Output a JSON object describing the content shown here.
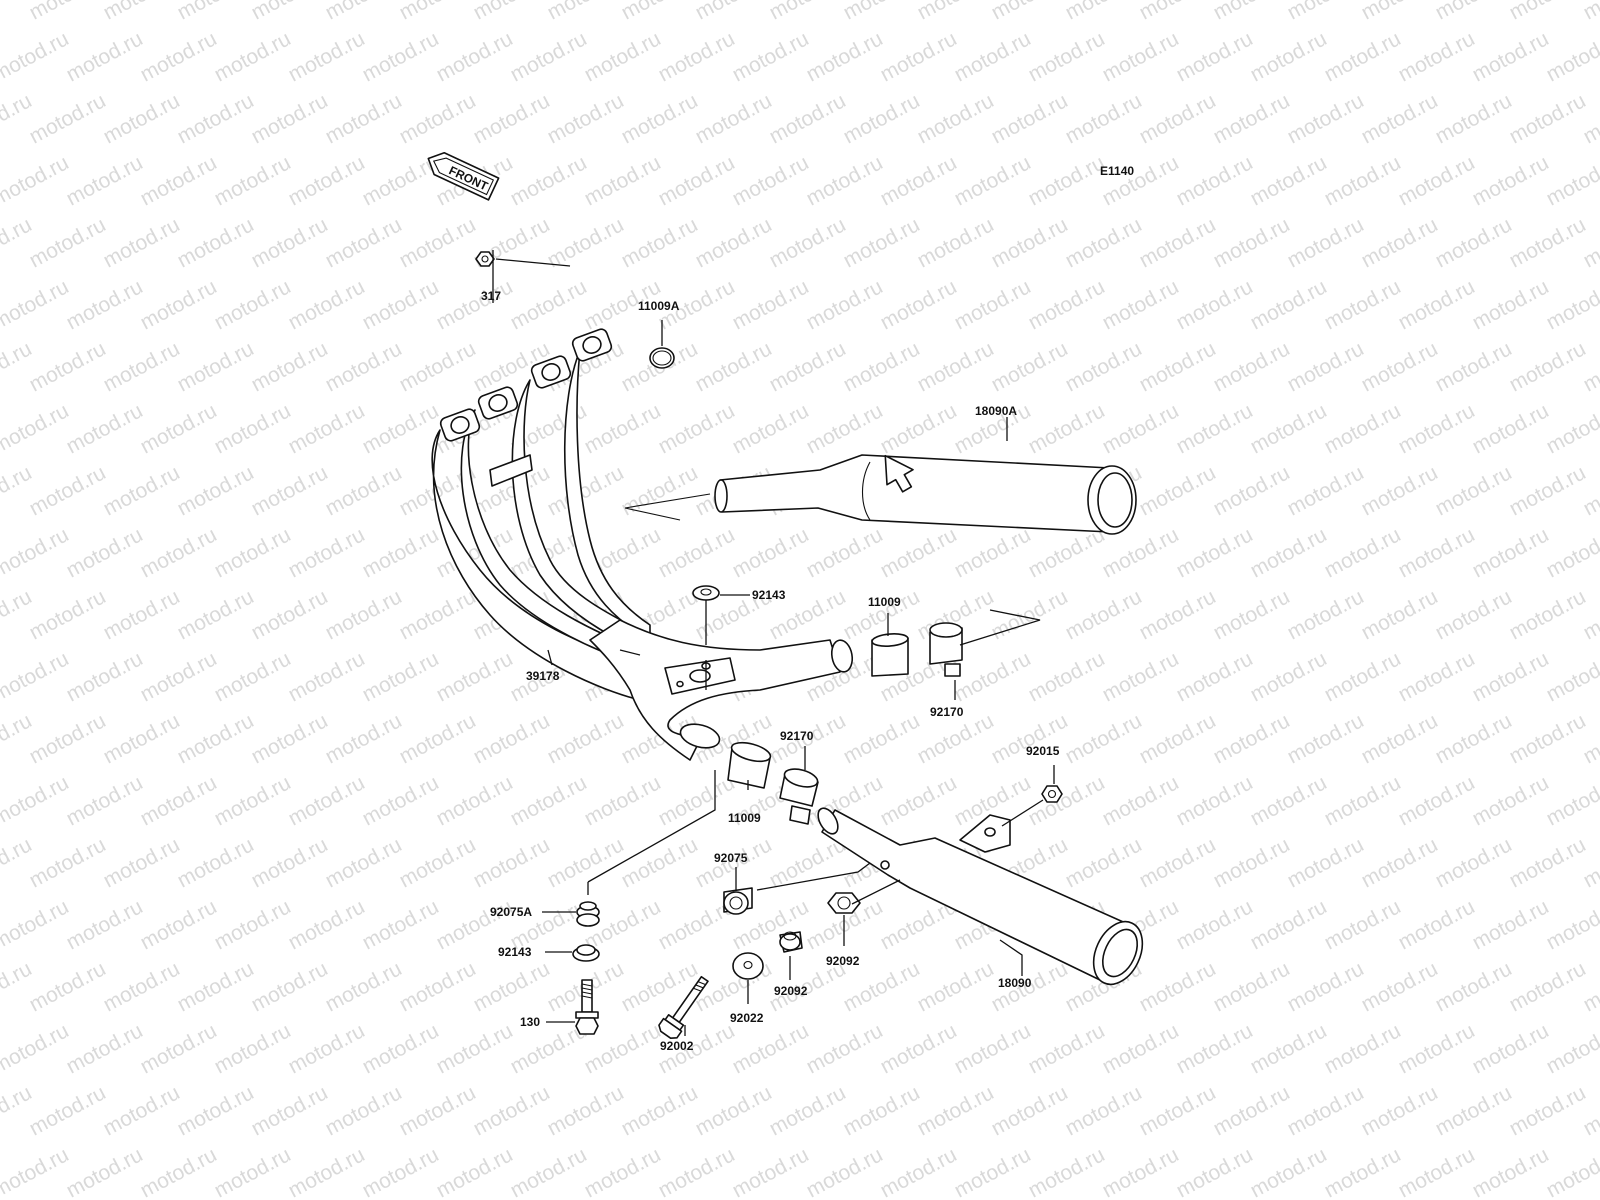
{
  "diagram": {
    "code": "E1140",
    "front_label": "FRONT",
    "watermark": "motod.ru",
    "labels": {
      "p317": "317",
      "p11009A": "11009A",
      "p18090A": "18090A",
      "p92143_top": "92143",
      "p11009_upper": "11009",
      "p39178": "39178",
      "p92170_upper": "92170",
      "p92170_lower": "92170",
      "p92015": "92015",
      "p11009_lower": "11009",
      "p92075": "92075",
      "p92075A": "92075A",
      "p92143_bottom": "92143",
      "p92092_right": "92092",
      "p92092_left": "92092",
      "p18090": "18090",
      "p130": "130",
      "p92022": "92022",
      "p92002": "92002"
    }
  }
}
